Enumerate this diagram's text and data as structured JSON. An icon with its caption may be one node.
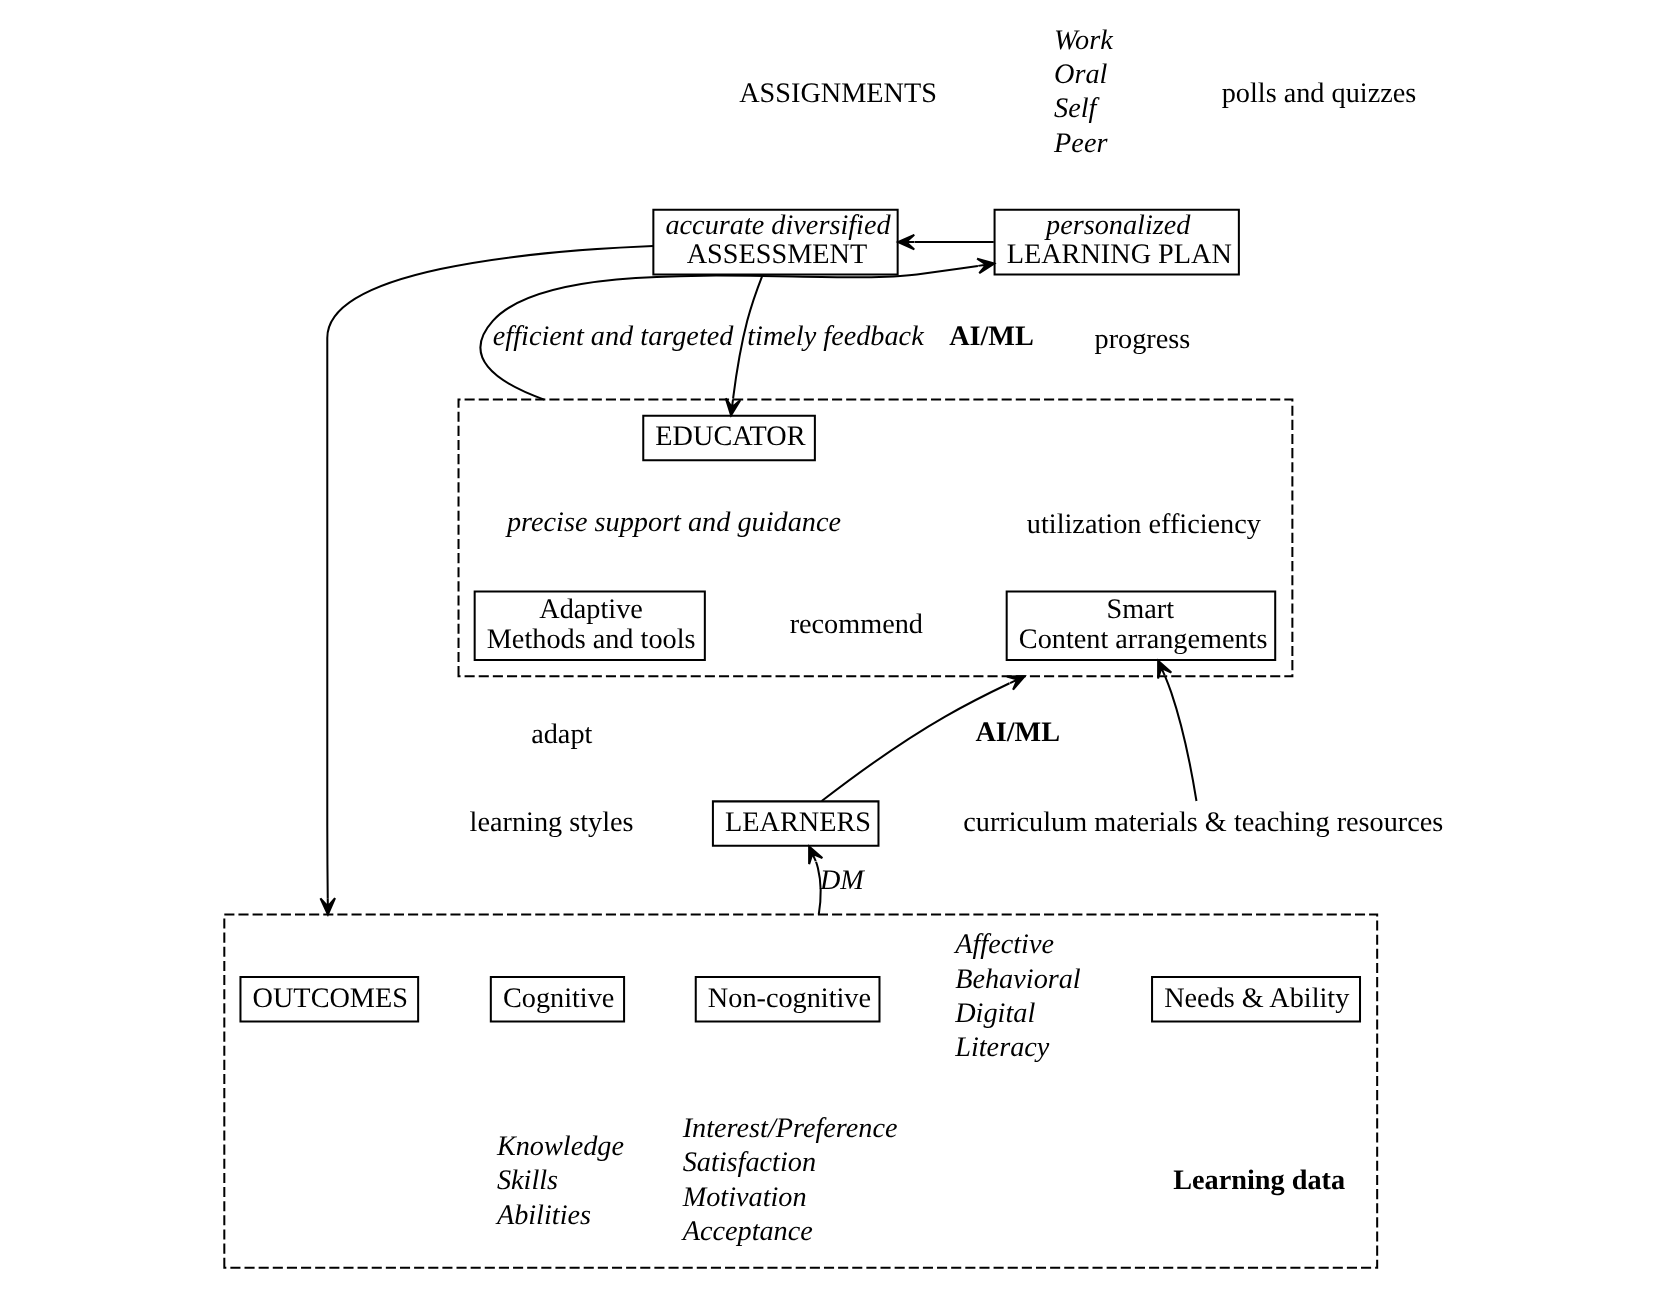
{
  "diagram": {
    "nodes": [
      {
        "text": [
          "accurate diversified",
          "ASSESSMENT"
        ]
      },
      {
        "text": [
          "personalized",
          "LEARNING PLAN"
        ]
      },
      {
        "text": [],
        "shape": "box"
      },
      {
        "text": [
          "EDUCATOR"
        ],
        "in": 2
      },
      {
        "text": [
          "Adaptive",
          "Methods and tools"
        ],
        "in": 2
      },
      {
        "text": [
          "Smart",
          "Content arrangements"
        ],
        "in": 2
      },
      {
        "text": [
          "LEARNERS"
        ]
      },
      {
        "text": [
          "curriculum materials & teaching resources"
        ]
      },
      {
        "text": [],
        "shape": "box"
      },
      {
        "text": [
          "OUTCOMES"
        ],
        "in": 8
      },
      {
        "text": [
          "Cognitive"
        ],
        "in": 8
      },
      {
        "text": [
          "Non-cognitive"
        ],
        "in": 8
      },
      {
        "text": [
          "Needs & Ability"
        ],
        "in": 8
      }
    ],
    "edges": [
      {
        "from": 1,
        "to": 0,
        "arrow": "to"
      },
      {
        "from": 0,
        "to": 3,
        "arrow": "to",
        "label": "timely feedback"
      },
      {
        "from": 0,
        "to": 8,
        "arrow": "to"
      },
      {
        "from": 2,
        "to": 1,
        "arrow": "to",
        "label": "efficient and targeted"
      },
      {
        "from": 6,
        "to": 2,
        "arrow": "to"
      },
      {
        "from": 7,
        "to": 5,
        "arrow": "to"
      },
      {
        "from": 8,
        "to": 6,
        "arrow": "to",
        "label": "DM"
      }
    ],
    "labels": [
      "ASSIGNMENTS",
      "Work",
      "Oral",
      "Self",
      "Peer",
      "polls and quizzes",
      "AI/ML",
      "progress",
      "precise support and guidance",
      "utilization efficiency",
      "recommend",
      "adapt",
      "AI/ML",
      "learning styles",
      "Knowledge",
      "Skills",
      "Abilities",
      "Interest/Preference",
      "Satisfaction",
      "Motivation",
      "Acceptance",
      "Affective",
      "Behavioral",
      "Digital",
      "Literacy",
      "Learning data"
    ]
  }
}
